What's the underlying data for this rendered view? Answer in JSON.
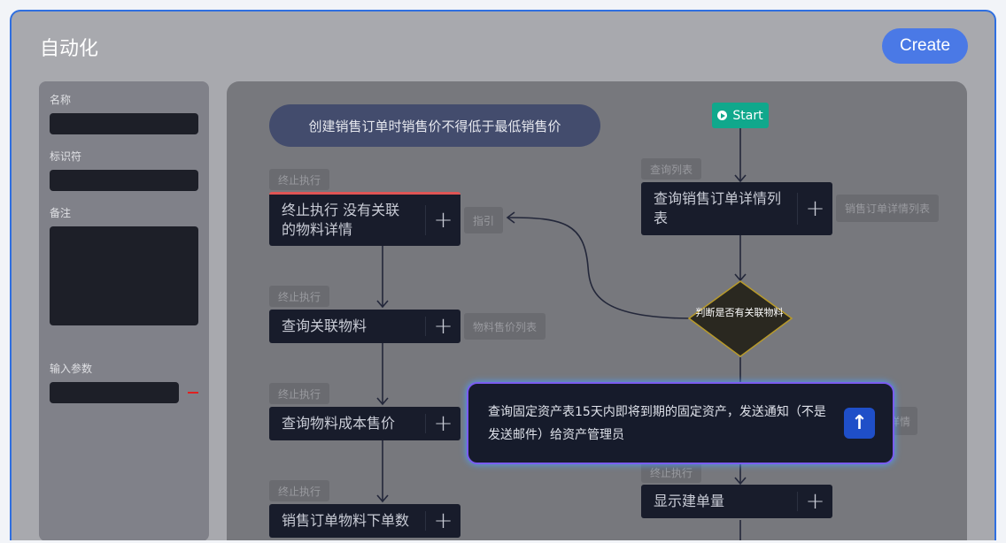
{
  "header": {
    "title": "自动化",
    "create_label": "Create"
  },
  "form": {
    "name_label": "名称",
    "identifier_label": "标识符",
    "notes_label": "备注",
    "input_params_label": "输入参数"
  },
  "flow": {
    "description": "创建销售订单时销售价不得低于最低销售价",
    "start_label": "Start",
    "left": [
      {
        "tag": "终止执行",
        "label": "终止执行 没有关联的物料详情",
        "side": "指引"
      },
      {
        "tag": "终止执行",
        "label": "查询关联物料",
        "side": "物料售价列表"
      },
      {
        "tag": "终止执行",
        "label": "查询物料成本售价"
      },
      {
        "tag": "终止执行",
        "label": "销售订单物料下单数"
      }
    ],
    "right": [
      {
        "tag": "查询列表",
        "label": "查询销售订单详情列表",
        "side": "销售订单详情列表"
      },
      {
        "tag": "终止执行",
        "label": "显示建单量"
      }
    ],
    "decision": "判断是否有关联物料",
    "hidden_side_partial": "详情"
  },
  "prompt": {
    "text": "查询固定资产表15天内即将到期的固定资产，发送通知（不是发送邮件）给资产管理员",
    "send_icon": "arrow-up-icon"
  },
  "colors": {
    "accent": "#4a79e6",
    "start": "#10a88c",
    "node": "#181c2b",
    "stop_bar": "#e05555"
  }
}
